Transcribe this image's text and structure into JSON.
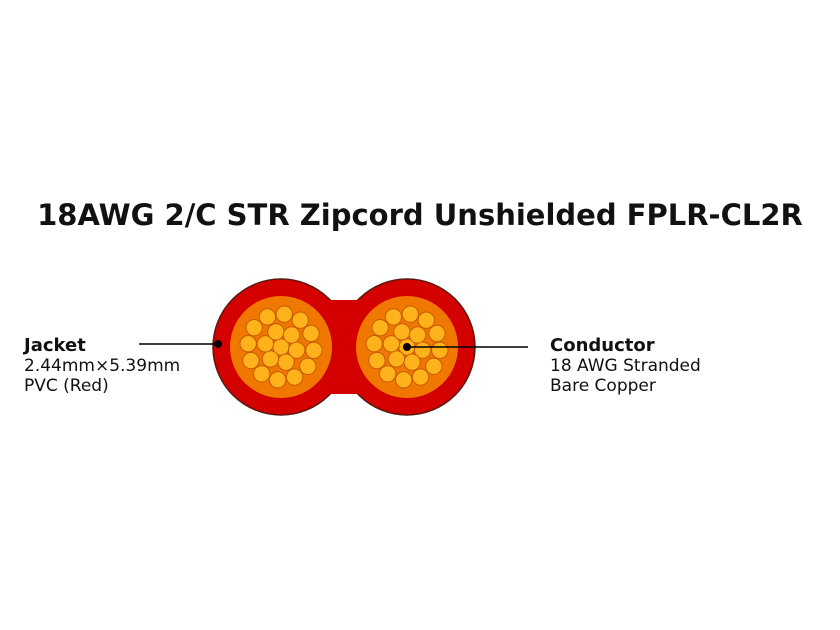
{
  "title": "18AWG 2/C STR Zipcord Unshielded FPLR-CL2R",
  "colors": {
    "jacket": "#d40000",
    "jacket_edge": "#5a1a10",
    "insulation": "#f07800",
    "strand": "#ffb21a",
    "strand_edge": "#c85a00",
    "leader": "#000000"
  },
  "callouts": {
    "jacket": {
      "heading": "Jacket",
      "line1": "2.44mm×5.39mm",
      "line2": "PVC (Red)"
    },
    "conductor": {
      "heading": "Conductor",
      "line1": "18 AWG Stranded",
      "line2": "Bare Copper"
    }
  }
}
